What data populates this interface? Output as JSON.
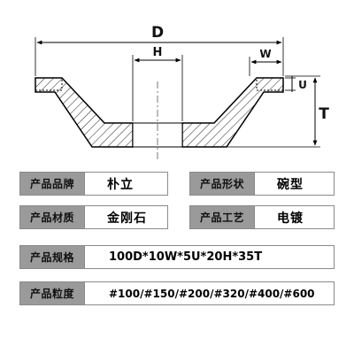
{
  "diagram": {
    "labels": {
      "D": "D",
      "H": "H",
      "W": "W",
      "U": "U",
      "T": "T"
    }
  },
  "specs": {
    "brand": {
      "label": "产品品牌",
      "value": "朴立"
    },
    "shape": {
      "label": "产品形状",
      "value": "碗型"
    },
    "material": {
      "label": "产品材质",
      "value": "金刚石"
    },
    "process": {
      "label": "产品工艺",
      "value": "电镀"
    },
    "size": {
      "label": "产品规格",
      "value": "100D*10W*5U*20H*35T"
    },
    "grit": {
      "label": "产品粒度",
      "value": "#100/#150/#200/#320/#400/#600"
    }
  }
}
